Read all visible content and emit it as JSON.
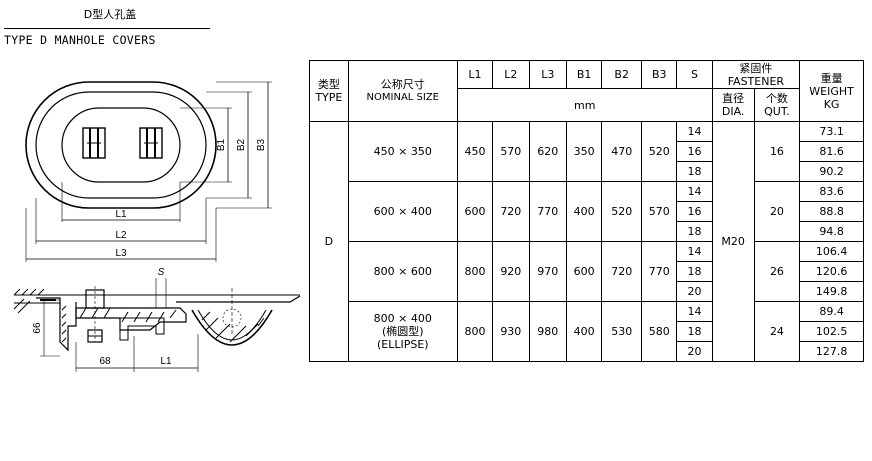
{
  "header": {
    "title_zh": "D型人孔盖",
    "title_en": "TYPE D MANHOLE COVERS"
  },
  "drawing": {
    "plan_labels": {
      "l1": "L1",
      "l2": "L2",
      "l3": "L3",
      "b1": "B1",
      "b2": "B2",
      "b3": "B3"
    },
    "section_labels": {
      "dim_66": "66",
      "dim_68": "68",
      "l1": "L1",
      "s": "S"
    }
  },
  "table": {
    "h_type_zh": "类型",
    "h_type_en": "TYPE",
    "h_size_zh": "公称尺寸",
    "h_size_en": "NOMINAL SIZE",
    "h_l1": "L1",
    "h_l2": "L2",
    "h_l3": "L3",
    "h_b1": "B1",
    "h_b2": "B2",
    "h_b3": "B3",
    "h_s": "S",
    "h_fastener_zh": "紧固件",
    "h_fastener_en": "FASTENER",
    "h_weight_zh": "重量",
    "h_weight_en": "WEIGHT",
    "h_weight_unit": "KG",
    "h_mm": "mm",
    "h_dia_zh": "直径",
    "h_dia_en": "DIA.",
    "h_qty_zh": "个数",
    "h_qty_en": "QUT.",
    "type_value": "D",
    "dia_value": "M20",
    "groups": [
      {
        "size": "450 × 350",
        "l1": "450",
        "l2": "570",
        "l3": "620",
        "b1": "350",
        "b2": "470",
        "b3": "520",
        "qty": "16",
        "s": [
          "14",
          "16",
          "18"
        ],
        "weight": [
          "73.1",
          "81.6",
          "90.2"
        ]
      },
      {
        "size": "600 × 400",
        "l1": "600",
        "l2": "720",
        "l3": "770",
        "b1": "400",
        "b2": "520",
        "b3": "570",
        "qty": "20",
        "s": [
          "14",
          "16",
          "18"
        ],
        "weight": [
          "83.6",
          "88.8",
          "94.8"
        ]
      },
      {
        "size": "800 × 600",
        "l1": "800",
        "l2": "920",
        "l3": "970",
        "b1": "600",
        "b2": "720",
        "b3": "770",
        "qty": "26",
        "s": [
          "14",
          "18",
          "20"
        ],
        "weight": [
          "106.4",
          "120.6",
          "149.8"
        ]
      },
      {
        "size": "800 × 400",
        "size_note_zh": "(椭圆型)",
        "size_note_en": "(ELLIPSE)",
        "l1": "800",
        "l2": "930",
        "l3": "980",
        "b1": "400",
        "b2": "530",
        "b3": "580",
        "qty": "24",
        "s": [
          "14",
          "18",
          "20"
        ],
        "weight": [
          "89.4",
          "102.5",
          "127.8"
        ]
      }
    ]
  }
}
